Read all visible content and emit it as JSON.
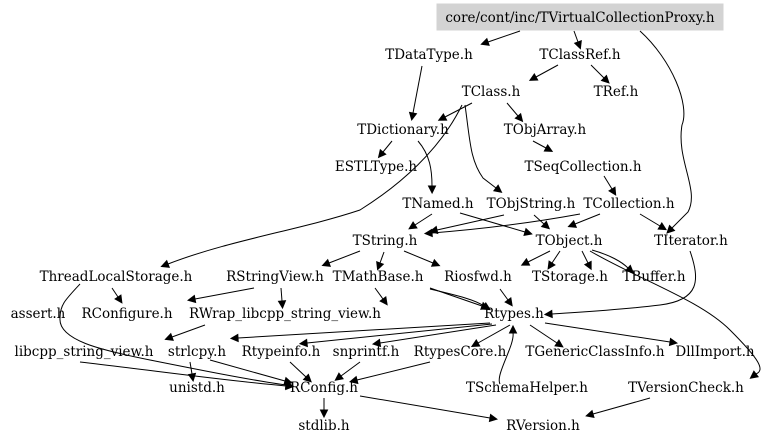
{
  "graph": {
    "root": "core/cont/inc/TVirtualCollectionProxy.h",
    "nodes": {
      "root": "core/cont/inc/TVirtualCollectionProxy.h",
      "tdatatype": "TDataType.h",
      "tclassref": "TClassRef.h",
      "tclass": "TClass.h",
      "tref": "TRef.h",
      "tdictionary": "TDictionary.h",
      "tobjarray": "TObjArray.h",
      "estltype": "ESTLType.h",
      "tseqcollection": "TSeqCollection.h",
      "tnamed": "TNamed.h",
      "tobjstring": "TObjString.h",
      "tcollection": "TCollection.h",
      "tstring": "TString.h",
      "tobject": "TObject.h",
      "titerator": "TIterator.h",
      "threadlocalstorage": "ThreadLocalStorage.h",
      "rstringview": "RStringView.h",
      "tmathbase": "TMathBase.h",
      "riosfwd": "Riosfwd.h",
      "tstorage": "TStorage.h",
      "tbuffer": "TBuffer.h",
      "assert": "assert.h",
      "rconfigure": "RConfigure.h",
      "rwrap": "RWrap_libcpp_string_view.h",
      "rtypes": "Rtypes.h",
      "libcpp": "libcpp_string_view.h",
      "strlcpy": "strlcpy.h",
      "rtypeinfo": "Rtypeinfo.h",
      "snprintf": "snprintf.h",
      "rtypescore": "RtypesCore.h",
      "tgenericclassinfo": "TGenericClassInfo.h",
      "dllimport": "DllImport.h",
      "unistd": "unistd.h",
      "rconfig": "RConfig.h",
      "tschemahelper": "TSchemaHelper.h",
      "tversioncheck": "TVersionCheck.h",
      "stdlib": "stdlib.h",
      "rversion": "RVersion.h"
    }
  }
}
